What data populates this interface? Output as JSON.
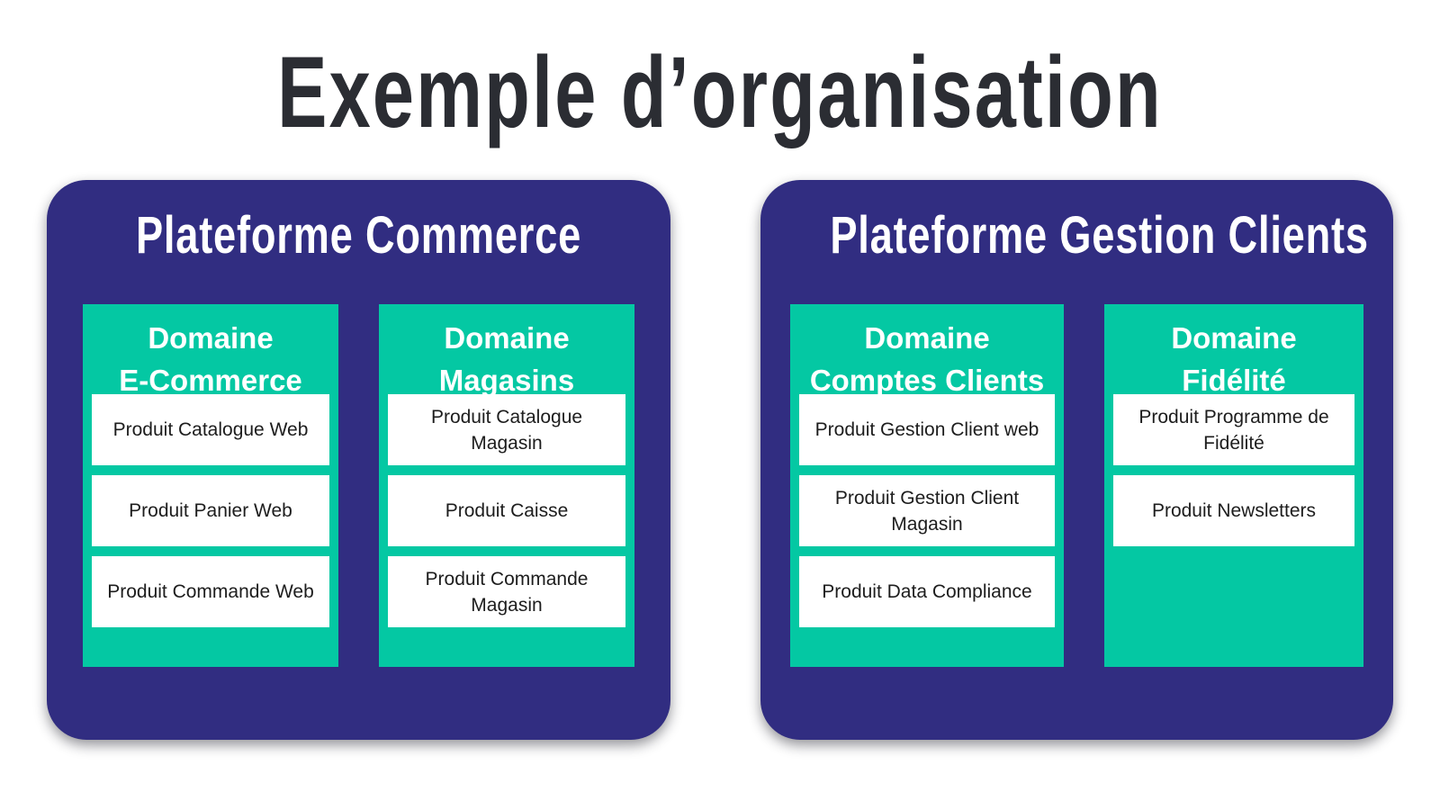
{
  "title": "Exemple d’organisation",
  "colors": {
    "page_background": "#ffffff",
    "title_text": "#2b2d33",
    "platform_background": "#312d81",
    "domain_background": "#04c8a3",
    "product_background": "#ffffff",
    "product_text": "#1d1d1d",
    "header_text": "#ffffff"
  },
  "platforms": [
    {
      "name": "Plateforme Commerce",
      "domains": [
        {
          "name_lines": [
            "Domaine",
            "E-Commerce"
          ],
          "products": [
            "Produit Catalogue Web",
            "Produit Panier Web",
            "Produit Commande Web"
          ]
        },
        {
          "name_lines": [
            "Domaine",
            "Magasins"
          ],
          "products": [
            "Produit Catalogue Magasin",
            "Produit Caisse",
            "Produit Commande Magasin"
          ]
        }
      ]
    },
    {
      "name": "Plateforme Gestion Clients",
      "domains": [
        {
          "name_lines": [
            "Domaine",
            "Comptes Clients"
          ],
          "products": [
            "Produit Gestion Client web",
            "Produit Gestion Client Magasin",
            "Produit Data Compliance"
          ]
        },
        {
          "name_lines": [
            "Domaine",
            "Fidélité"
          ],
          "products": [
            "Produit Programme de Fidélité",
            "Produit Newsletters"
          ]
        }
      ]
    }
  ]
}
